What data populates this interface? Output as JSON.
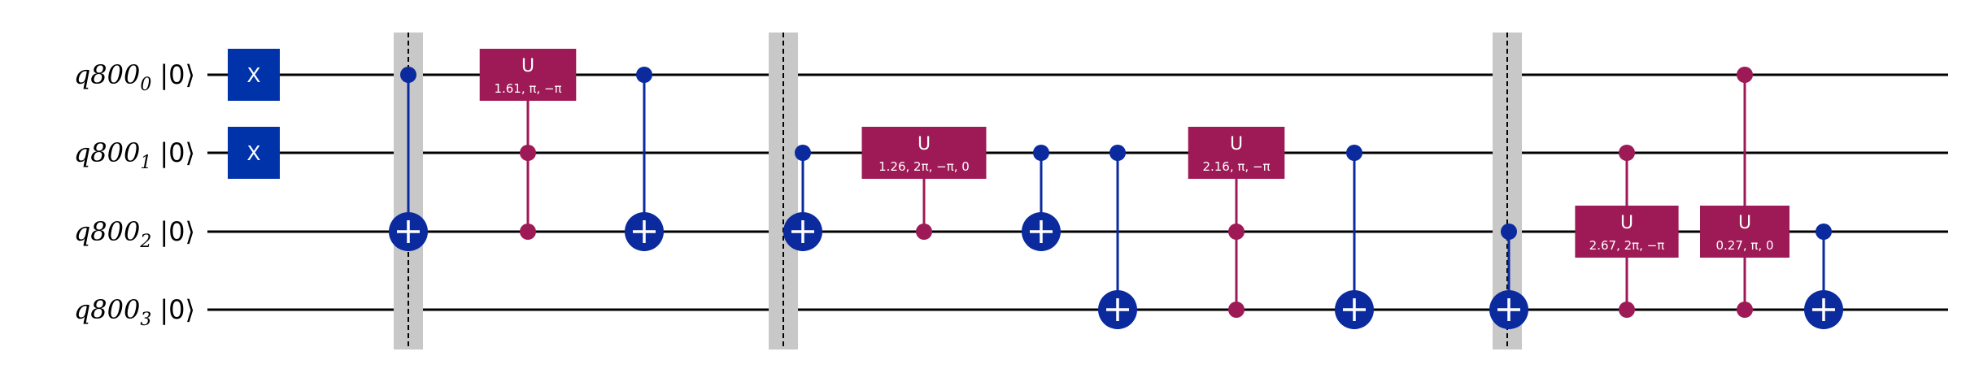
{
  "circuit": {
    "qubits": [
      {
        "register": "q800",
        "index": "0",
        "state": "|0⟩"
      },
      {
        "register": "q800",
        "index": "1",
        "state": "|0⟩"
      },
      {
        "register": "q800",
        "index": "2",
        "state": "|0⟩"
      },
      {
        "register": "q800",
        "index": "3",
        "state": "|0⟩"
      }
    ],
    "colors": {
      "x_gate": "#0033aa",
      "cnot": "#0a2a9e",
      "cu_gate": "#9e1a56",
      "barrier": "#c8c8c8",
      "wire": "#000000"
    },
    "operations": [
      {
        "type": "x",
        "label": "X",
        "targets": [
          0
        ]
      },
      {
        "type": "x",
        "label": "X",
        "targets": [
          1
        ]
      },
      {
        "type": "barrier"
      },
      {
        "type": "cx",
        "control": 0,
        "target": 2
      },
      {
        "type": "cu",
        "label": "U",
        "params": "1.61, π, −π",
        "target": 0,
        "controls": [
          1,
          2
        ]
      },
      {
        "type": "cx",
        "control": 0,
        "target": 2
      },
      {
        "type": "barrier"
      },
      {
        "type": "cx",
        "control": 1,
        "target": 2
      },
      {
        "type": "cu",
        "label": "U",
        "params": "1.26, 2π, −π, 0",
        "target": 1,
        "controls": [
          2
        ]
      },
      {
        "type": "cx",
        "control": 1,
        "target": 2
      },
      {
        "type": "cx",
        "control": 1,
        "target": 3
      },
      {
        "type": "cu",
        "label": "U",
        "params": "2.16, π, −π",
        "target": 1,
        "controls": [
          2,
          3
        ]
      },
      {
        "type": "cx",
        "control": 1,
        "target": 3
      },
      {
        "type": "barrier"
      },
      {
        "type": "cx",
        "control": 2,
        "target": 3
      },
      {
        "type": "cu",
        "label": "U",
        "params": "2.67, 2π, −π",
        "target": 2,
        "controls": [
          1,
          3
        ]
      },
      {
        "type": "cu",
        "label": "U",
        "params": "0.27, π, 0",
        "target": 2,
        "controls": [
          0,
          3
        ]
      },
      {
        "type": "cx",
        "control": 2,
        "target": 3
      },
      {
        "type": "barrier"
      }
    ]
  }
}
